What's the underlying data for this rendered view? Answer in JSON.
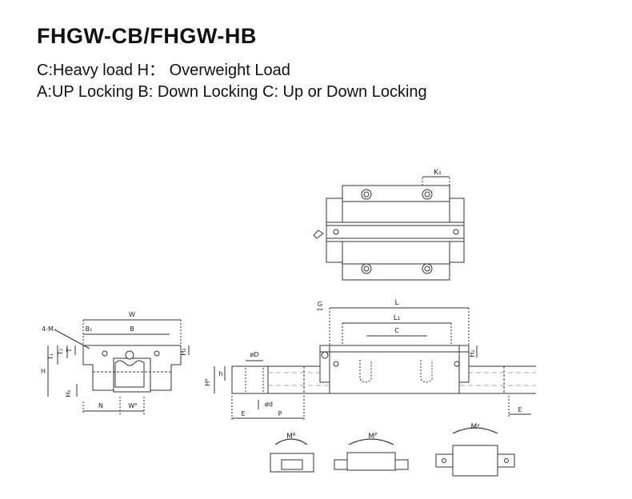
{
  "header": {
    "title": "FHGW-CB/FHGW-HB",
    "load_line": "C:Heavy load  H： Overweight Load",
    "locking_line": "A:UP Locking  B: Down Locking  C: Up or Down Locking"
  },
  "dimensions": {
    "K1": "K₁",
    "G": "G",
    "L": "L",
    "L1": "L₁",
    "C": "C",
    "H2": "H₂",
    "W": "W",
    "B1": "B₁",
    "B": "B",
    "four_M": "4-M",
    "T1": "T₁",
    "T2": "T₂",
    "T": "T",
    "H": "H",
    "H1": "H₁",
    "H3": "H₃",
    "N": "N",
    "WR": "Wᴿ",
    "phiD": "øD",
    "h": "h",
    "HR": "Hᴿ",
    "phid": "ød",
    "E_left": "E",
    "P": "P",
    "E_right": "E"
  },
  "moments": {
    "MR": "Mᴿ",
    "MP": "Mᴾ",
    "MY": "Mʸ"
  }
}
